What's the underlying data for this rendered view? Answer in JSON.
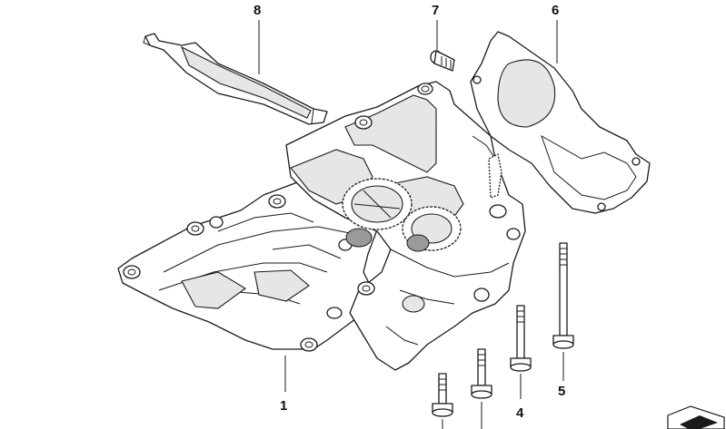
{
  "callouts": {
    "c1": "1",
    "c4": "4",
    "c5": "5",
    "c6": "6",
    "c7": "7",
    "c8": "8"
  },
  "icons": {
    "corner_symbol": "parts-catalog-symbol-icon"
  },
  "colors": {
    "line": "#1a1a1a",
    "fill": "#ffffff",
    "shade": "#e6e6e6",
    "dark": "#9a9a9a"
  }
}
